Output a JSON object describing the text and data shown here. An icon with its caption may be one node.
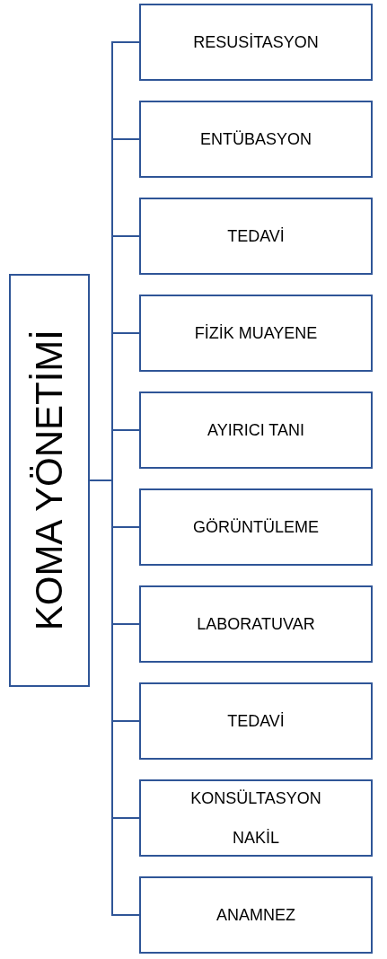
{
  "diagram": {
    "nodes": [
      {
        "text": [
          "KOMA YÖNETİMİ"
        ]
      },
      {
        "text": [
          "RESUSİTASYON"
        ]
      },
      {
        "text": [
          "ENTÜBASYON"
        ]
      },
      {
        "text": [
          "TEDAVİ"
        ]
      },
      {
        "text": [
          "FİZİK MUAYENE"
        ]
      },
      {
        "text": [
          "AYIRICI TANI"
        ]
      },
      {
        "text": [
          "GÖRÜNTÜLEME"
        ]
      },
      {
        "text": [
          "LABORATUVAR"
        ]
      },
      {
        "text": [
          "TEDAVİ"
        ]
      },
      {
        "text": [
          "KONSÜLTASYON",
          "NAKİL"
        ]
      },
      {
        "text": [
          "ANAMNEZ"
        ]
      }
    ],
    "edges": [
      {
        "from": 0,
        "to": 1,
        "arrow": "none"
      },
      {
        "from": 0,
        "to": 2,
        "arrow": "none"
      },
      {
        "from": 0,
        "to": 3,
        "arrow": "none"
      },
      {
        "from": 0,
        "to": 4,
        "arrow": "none"
      },
      {
        "from": 0,
        "to": 5,
        "arrow": "none"
      },
      {
        "from": 0,
        "to": 6,
        "arrow": "none"
      },
      {
        "from": 0,
        "to": 7,
        "arrow": "none"
      },
      {
        "from": 0,
        "to": 8,
        "arrow": "none"
      },
      {
        "from": 0,
        "to": 9,
        "arrow": "none"
      },
      {
        "from": 0,
        "to": 10,
        "arrow": "none"
      }
    ]
  }
}
